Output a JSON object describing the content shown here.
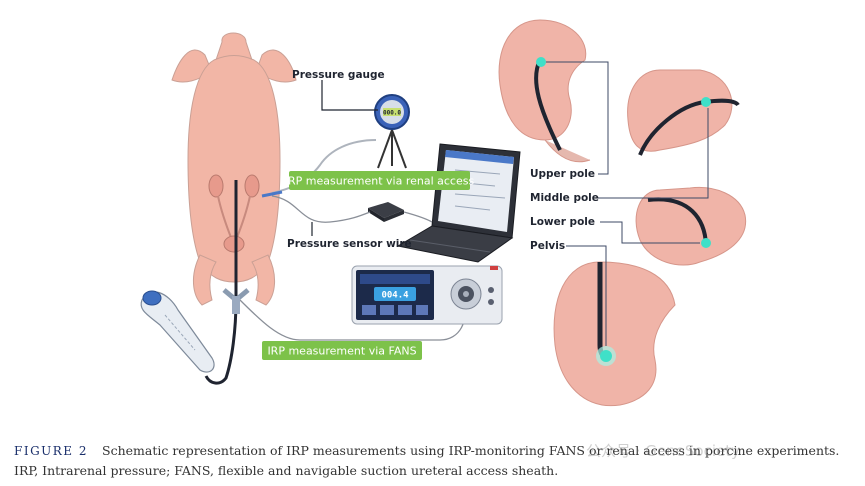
{
  "labels": {
    "pressure_gauge": "Pressure gauge",
    "irp_renal": "IRP measurement via renal access",
    "pressure_sensor_wire": "Pressure sensor wire",
    "irp_fans": "IRP measurement via FANS",
    "upper_pole": "Upper pole",
    "middle_pole": "Middle pole",
    "lower_pole": "Lower pole",
    "pelvis": "Pelvis"
  },
  "device": {
    "screen_reading": "004.4",
    "gauge_reading": "000.0"
  },
  "caption": {
    "figure_tag": "FIGURE 2",
    "text": "Schematic representation of IRP measurements using IRP-monitoring FANS or renal access in porcine experiments. IRP, Intrarenal pressure; FANS, flexible and navigable suction ureteral access sheath."
  },
  "watermark": "公众号 · GeneSociety",
  "colors": {
    "label_green": "#7dc24a",
    "navy_text": "#1a2f6b",
    "kidney_pink": "#f0b4a8",
    "marker_cyan": "#3fe0c8"
  }
}
